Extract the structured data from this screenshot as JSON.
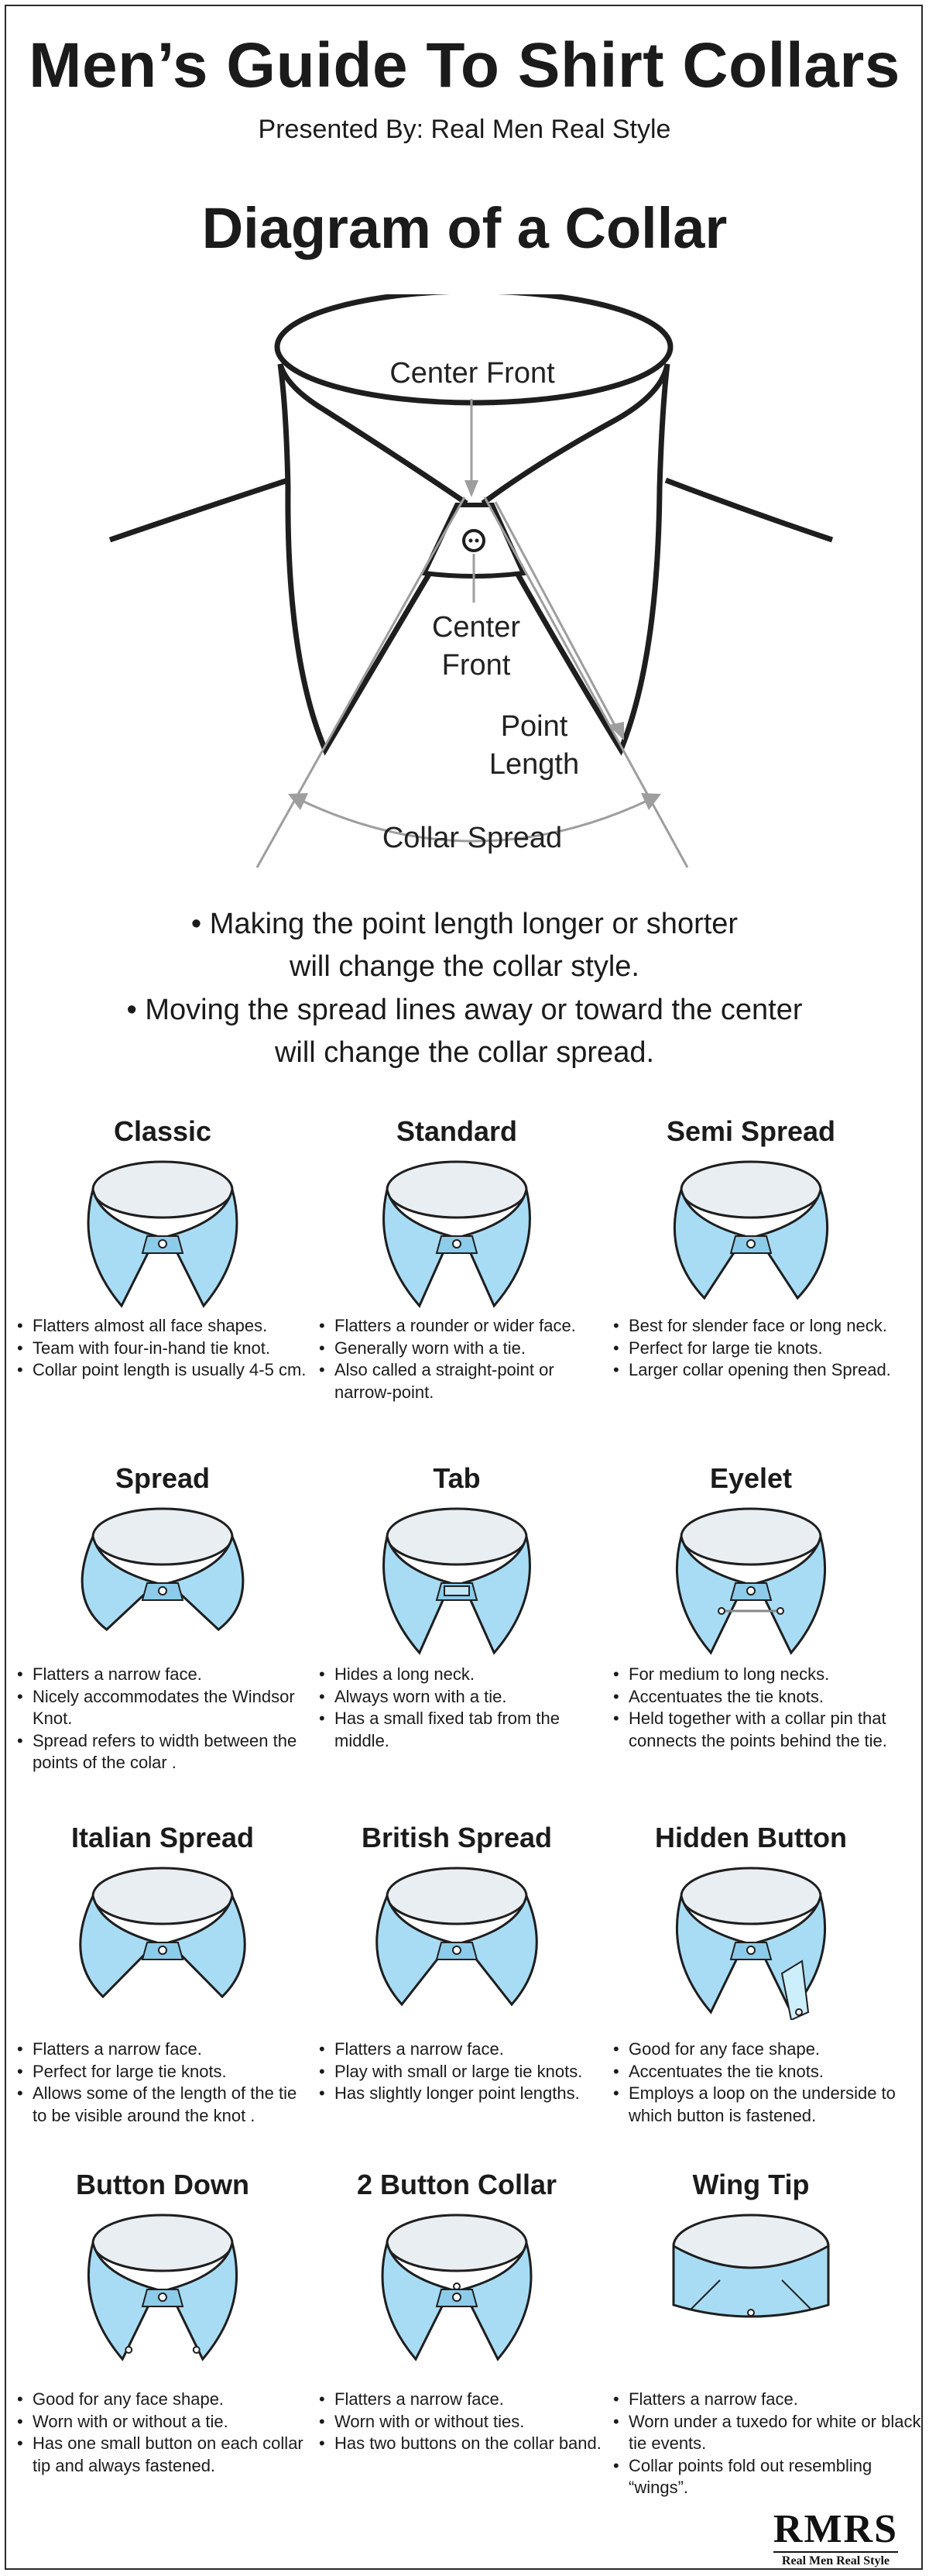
{
  "header": {
    "title": "Men’s Guide To Shirt Collars",
    "subtitle": "Presented By: Real Men Real Style"
  },
  "diagram": {
    "title": "Diagram of a Collar",
    "label_center_front_top": "Center Front",
    "label_center_front_line1": "Center",
    "label_center_front_line2": "Front",
    "label_point_line1": "Point",
    "label_point_line2": "Length",
    "label_spread": "Collar Spread"
  },
  "notes": {
    "line1a": "• Making the point length longer or shorter",
    "line1b": "will change the collar style.",
    "line2a": "• Moving the spread lines away or toward the center",
    "line2b": "will change the collar spread."
  },
  "colors": {
    "collar_fill": "#a8dcf5",
    "collar_inner": "#e9eef2",
    "outline": "#1e1e1e",
    "guide_line": "#9e9e9e"
  },
  "styles": [
    {
      "name": "Classic",
      "bullets": [
        "Flatters almost all face shapes.",
        "Team with four-in-hand tie knot.",
        "Collar point length is usually 4-5 cm."
      ]
    },
    {
      "name": "Standard",
      "bullets": [
        "Flatters a rounder or wider face.",
        "Generally worn with a tie.",
        "Also called a straight-point or narrow-point."
      ]
    },
    {
      "name": "Semi Spread",
      "bullets": [
        "Best for slender face or long neck.",
        "Perfect for large tie knots.",
        "Larger collar opening then Spread."
      ]
    },
    {
      "name": "Spread",
      "bullets": [
        "Flatters a narrow face.",
        "Nicely accommodates the Windsor Knot.",
        "Spread refers to width between the points of the colar ."
      ]
    },
    {
      "name": "Tab",
      "bullets": [
        "Hides a long neck.",
        "Always worn with a tie.",
        "Has a small fixed tab from the middle."
      ]
    },
    {
      "name": "Eyelet",
      "bullets": [
        "For medium to long necks.",
        "Accentuates the tie knots.",
        "Held together with a collar pin that connects the points behind the tie."
      ]
    },
    {
      "name": "Italian Spread",
      "bullets": [
        "Flatters a narrow face.",
        "Perfect for large tie knots.",
        "Allows some of the length of the tie to be visible around the knot ."
      ]
    },
    {
      "name": "British Spread",
      "bullets": [
        "Flatters a narrow face.",
        "Play with small or large tie knots.",
        "Has slightly longer point lengths."
      ]
    },
    {
      "name": "Hidden Button",
      "bullets": [
        "Good for any face shape.",
        "Accentuates the tie knots.",
        "Employs a loop on the underside to which button is fastened."
      ]
    },
    {
      "name": "Button Down",
      "bullets": [
        "Good for any face shape.",
        "Worn with or without a tie.",
        "Has one small button on each collar tip and always fastened."
      ]
    },
    {
      "name": "2 Button Collar",
      "bullets": [
        "Flatters a narrow face.",
        "Worn with or without ties.",
        "Has two buttons on the collar band."
      ]
    },
    {
      "name": "Wing Tip",
      "bullets": [
        "Flatters a narrow face.",
        "Worn under a tuxedo for white or black tie events.",
        "Collar points fold out resembling “wings”."
      ]
    }
  ],
  "logo": {
    "mark": "RMRS",
    "tagline": "Real Men Real Style"
  }
}
